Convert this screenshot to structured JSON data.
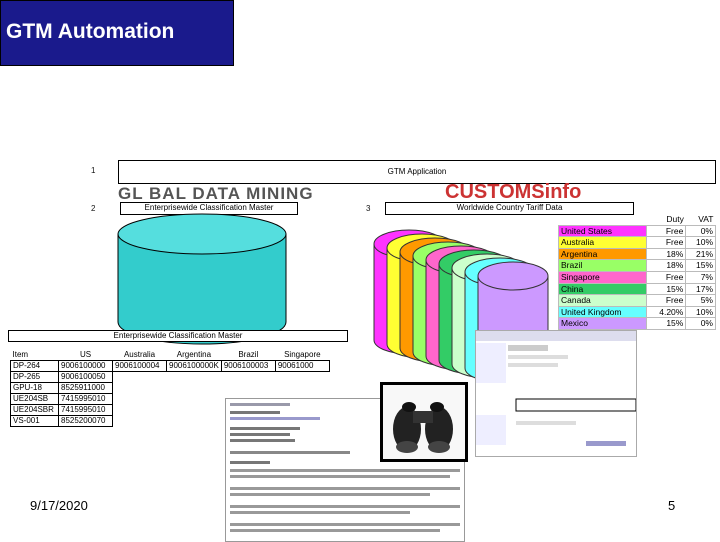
{
  "title": "GTM Automation",
  "step1": {
    "num": "1",
    "label": "GTM Application"
  },
  "step2": {
    "num": "2",
    "label": "Enterprisewide Classification Master",
    "logo_text": "GL BAL DATA MINING"
  },
  "step3": {
    "num": "3",
    "label": "Worldwide Country Tariff Data",
    "logo_text": "CUSTOMSinfo"
  },
  "master_label": "Enterprisewide Classification Master",
  "tariff": {
    "headers": [
      "Duty",
      "VAT"
    ],
    "rows": [
      {
        "country": "United States",
        "duty": "Free",
        "vat": "0%",
        "color": "#ff33ff"
      },
      {
        "country": "Australia",
        "duty": "Free",
        "vat": "10%",
        "color": "#ffff33"
      },
      {
        "country": "Argentina",
        "duty": "18%",
        "vat": "21%",
        "color": "#ff9900"
      },
      {
        "country": "Brazil",
        "duty": "18%",
        "vat": "15%",
        "color": "#99ff66"
      },
      {
        "country": "Singapore",
        "duty": "Free",
        "vat": "7%",
        "color": "#ff66cc"
      },
      {
        "country": "China",
        "duty": "15%",
        "vat": "17%",
        "color": "#33cc66"
      },
      {
        "country": "Canada",
        "duty": "Free",
        "vat": "5%",
        "color": "#ccffcc"
      },
      {
        "country": "United Kingdom",
        "duty": "4.20%",
        "vat": "10%",
        "color": "#66ffff"
      },
      {
        "country": "Mexico",
        "duty": "15%",
        "vat": "0%",
        "color": "#cc99ff"
      }
    ]
  },
  "classification": {
    "headers": [
      "Item",
      "US",
      "Australia",
      "Argentina",
      "Brazil",
      "Singapore"
    ],
    "rows": [
      [
        "DP-264",
        "9006100000",
        "9006100004",
        "9006100000K",
        "9006100003",
        "90061000"
      ],
      [
        "DP-265",
        "9006100050",
        "",
        "",
        "",
        ""
      ],
      [
        "GPU-18",
        "8525911000",
        "",
        "",
        "",
        ""
      ],
      [
        "UE204SB",
        "7415995010",
        "",
        "",
        "",
        ""
      ],
      [
        "UE204SBR",
        "7415995010",
        "",
        "",
        "",
        ""
      ],
      [
        "VS-001",
        "8525200070",
        "",
        "",
        "",
        ""
      ]
    ]
  },
  "footer": {
    "date": "9/17/2020",
    "page": "5"
  },
  "colors": {
    "title_bg": "#1a1a8c",
    "cylinder_main": "#33cccc"
  }
}
